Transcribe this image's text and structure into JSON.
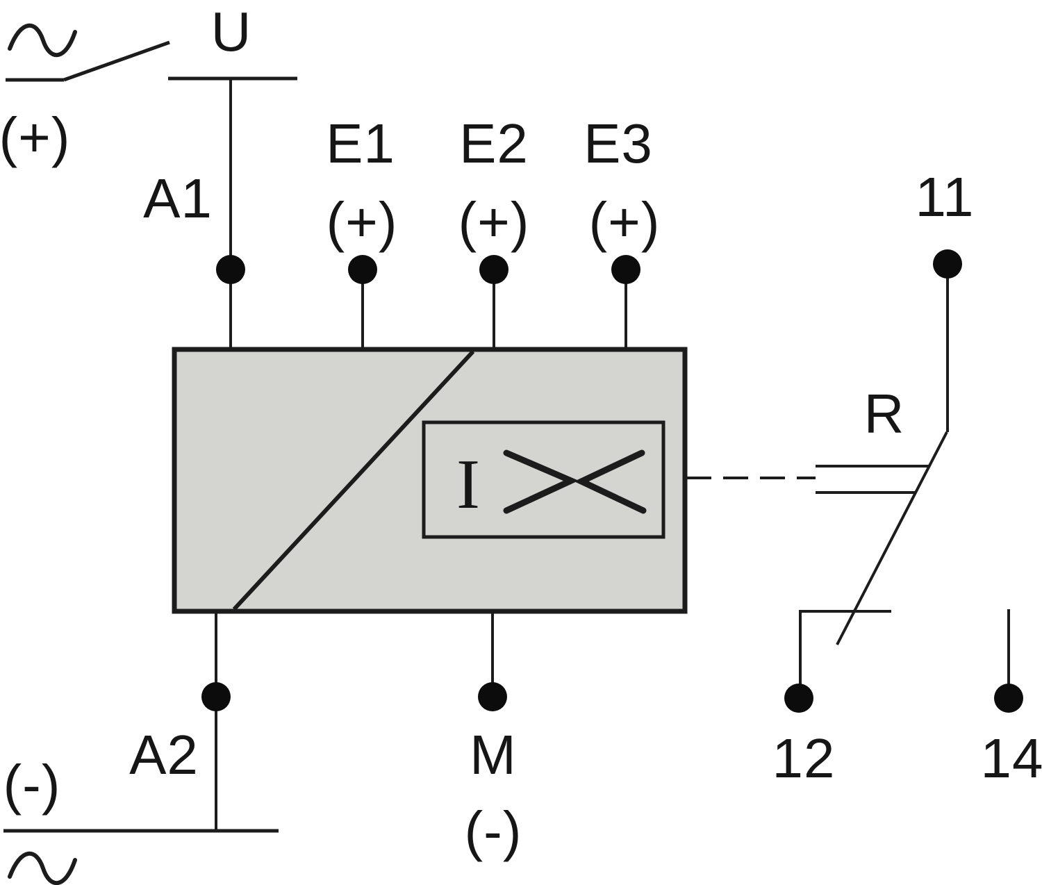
{
  "colors": {
    "line": "#1c1c1c",
    "device_fill": "#d4d4d1",
    "terminal_fill": "#0c0c0c",
    "background": "#ffffff",
    "text": "#161616"
  },
  "icons": {
    "supply_ac_top": "ac-sine-icon",
    "supply_ac_bottom": "ac-sine-icon"
  },
  "supply": {
    "switch_output_label": "U",
    "positive": "(+)",
    "negative": "(-)"
  },
  "device": {
    "terminals": {
      "a1": "A1",
      "a2": "A2",
      "e1": "E1",
      "e1_polarity": "(+)",
      "e2": "E2",
      "e2_polarity": "(+)",
      "e3": "E3",
      "e3_polarity": "(+)",
      "m": "M",
      "m_polarity": "(-)"
    },
    "function_block": {
      "symbol": "I"
    }
  },
  "relay": {
    "label": "R",
    "terminals": {
      "common": "11",
      "nc": "12",
      "no": "14"
    }
  }
}
